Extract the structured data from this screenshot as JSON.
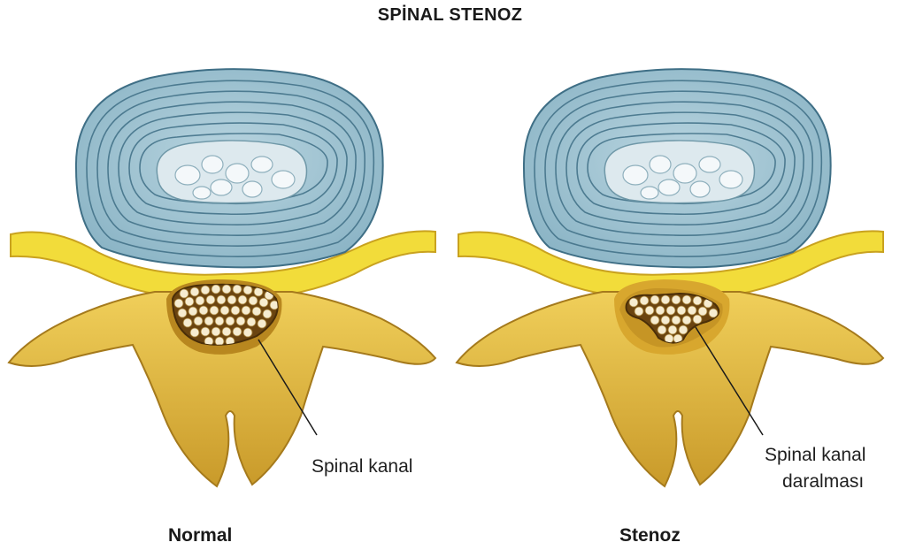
{
  "title": "SPİNAL STENOZ",
  "panels": [
    {
      "label": "Normal",
      "callout": [
        "Spinal kanal"
      ]
    },
    {
      "label": "Stenoz",
      "callout": [
        "Spinal kanal",
        "daralması"
      ]
    }
  ],
  "colors": {
    "disc_ring": "#9cc1d0",
    "disc_line": "#3f6f86",
    "nucleus": "#dde9ee",
    "bone": "#e8c047",
    "bone_shadow": "#b88a1e",
    "ligament": "#f2dc3a",
    "cord_dot": "#f6ecd0"
  }
}
